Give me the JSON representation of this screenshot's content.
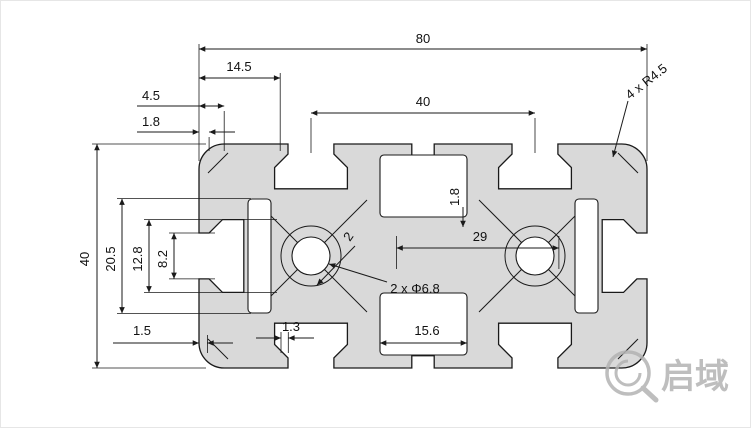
{
  "drawing": {
    "dimensions": {
      "overall_width": "80",
      "slot_edge_offset": "14.5",
      "lip_offset": "4.5",
      "top_lip_thickness": "1.8",
      "top_slot_spacing": "40",
      "corner_radius": "4 x R4.5",
      "overall_height": "40",
      "side_cavity_height": "20.5",
      "slot_cavity_width": "12.8",
      "slot_opening_width": "8.2",
      "center_wall_thickness": "1.8",
      "center_width": "29",
      "web_thickness": "2",
      "center_holes": "2 x Φ6.8",
      "bottom_lip": "1.3",
      "bottom_cavity_width": "15.6",
      "bottom_wall": "1.5"
    },
    "watermark": {
      "text": "启域"
    },
    "colors": {
      "line": "#1a1a1a",
      "fill": "#d9d9d9",
      "watermark": "#b3b3b3"
    }
  }
}
